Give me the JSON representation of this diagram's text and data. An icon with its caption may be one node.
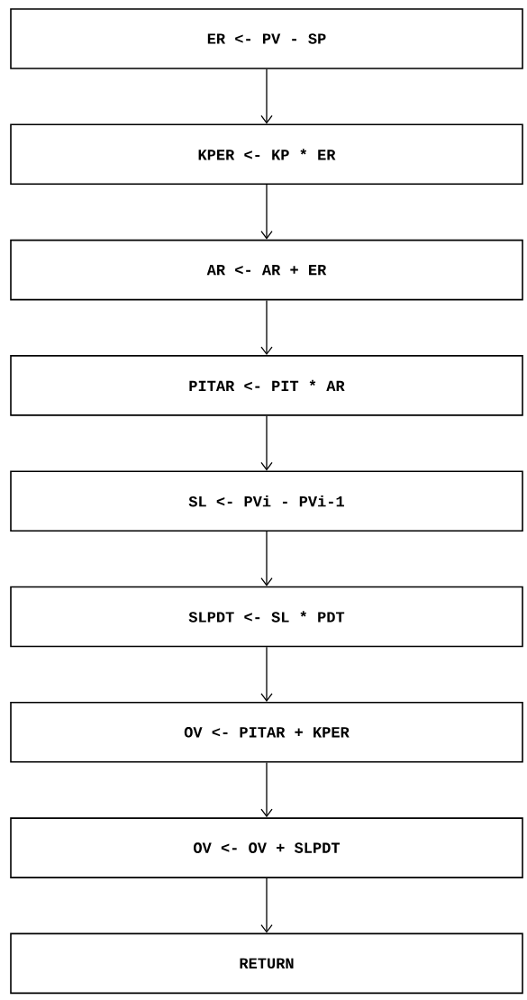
{
  "diagram": {
    "nodes": [
      {
        "text": [
          "ER <- PV - SP"
        ]
      },
      {
        "text": [
          "KPER <- KP * ER"
        ]
      },
      {
        "text": [
          "AR <- AR + ER"
        ]
      },
      {
        "text": [
          "PITAR <- PIT * AR"
        ]
      },
      {
        "text": [
          "SL <- PVi - PVi-1"
        ]
      },
      {
        "text": [
          "SLPDT <- SL * PDT"
        ]
      },
      {
        "text": [
          "OV <- PITAR + KPER"
        ]
      },
      {
        "text": [
          "OV <- OV + SLPDT"
        ]
      },
      {
        "text": [
          "RETURN"
        ]
      }
    ],
    "edges": [
      {
        "from": 0,
        "to": 1,
        "arrow": "to"
      },
      {
        "from": 1,
        "to": 2,
        "arrow": "to"
      },
      {
        "from": 2,
        "to": 3,
        "arrow": "to"
      },
      {
        "from": 3,
        "to": 4,
        "arrow": "to"
      },
      {
        "from": 4,
        "to": 5,
        "arrow": "to"
      },
      {
        "from": 5,
        "to": 6,
        "arrow": "to"
      },
      {
        "from": 6,
        "to": 7,
        "arrow": "to"
      },
      {
        "from": 7,
        "to": 8,
        "arrow": "to"
      }
    ]
  }
}
